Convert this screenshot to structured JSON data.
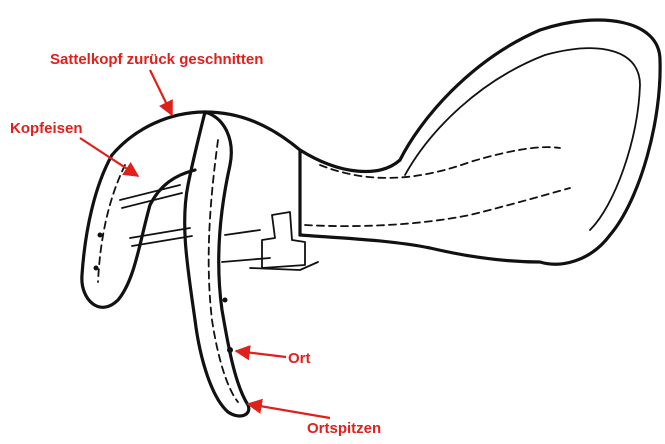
{
  "labels": {
    "sattelkopf": "Sattelkopf zurück geschnitten",
    "kopfeisen": "Kopfeisen",
    "ort": "Ort",
    "ortspitzen": "Ortspitzen"
  },
  "colors": {
    "label": "#e0201b",
    "line": "#111111",
    "background": "#ffffff"
  }
}
